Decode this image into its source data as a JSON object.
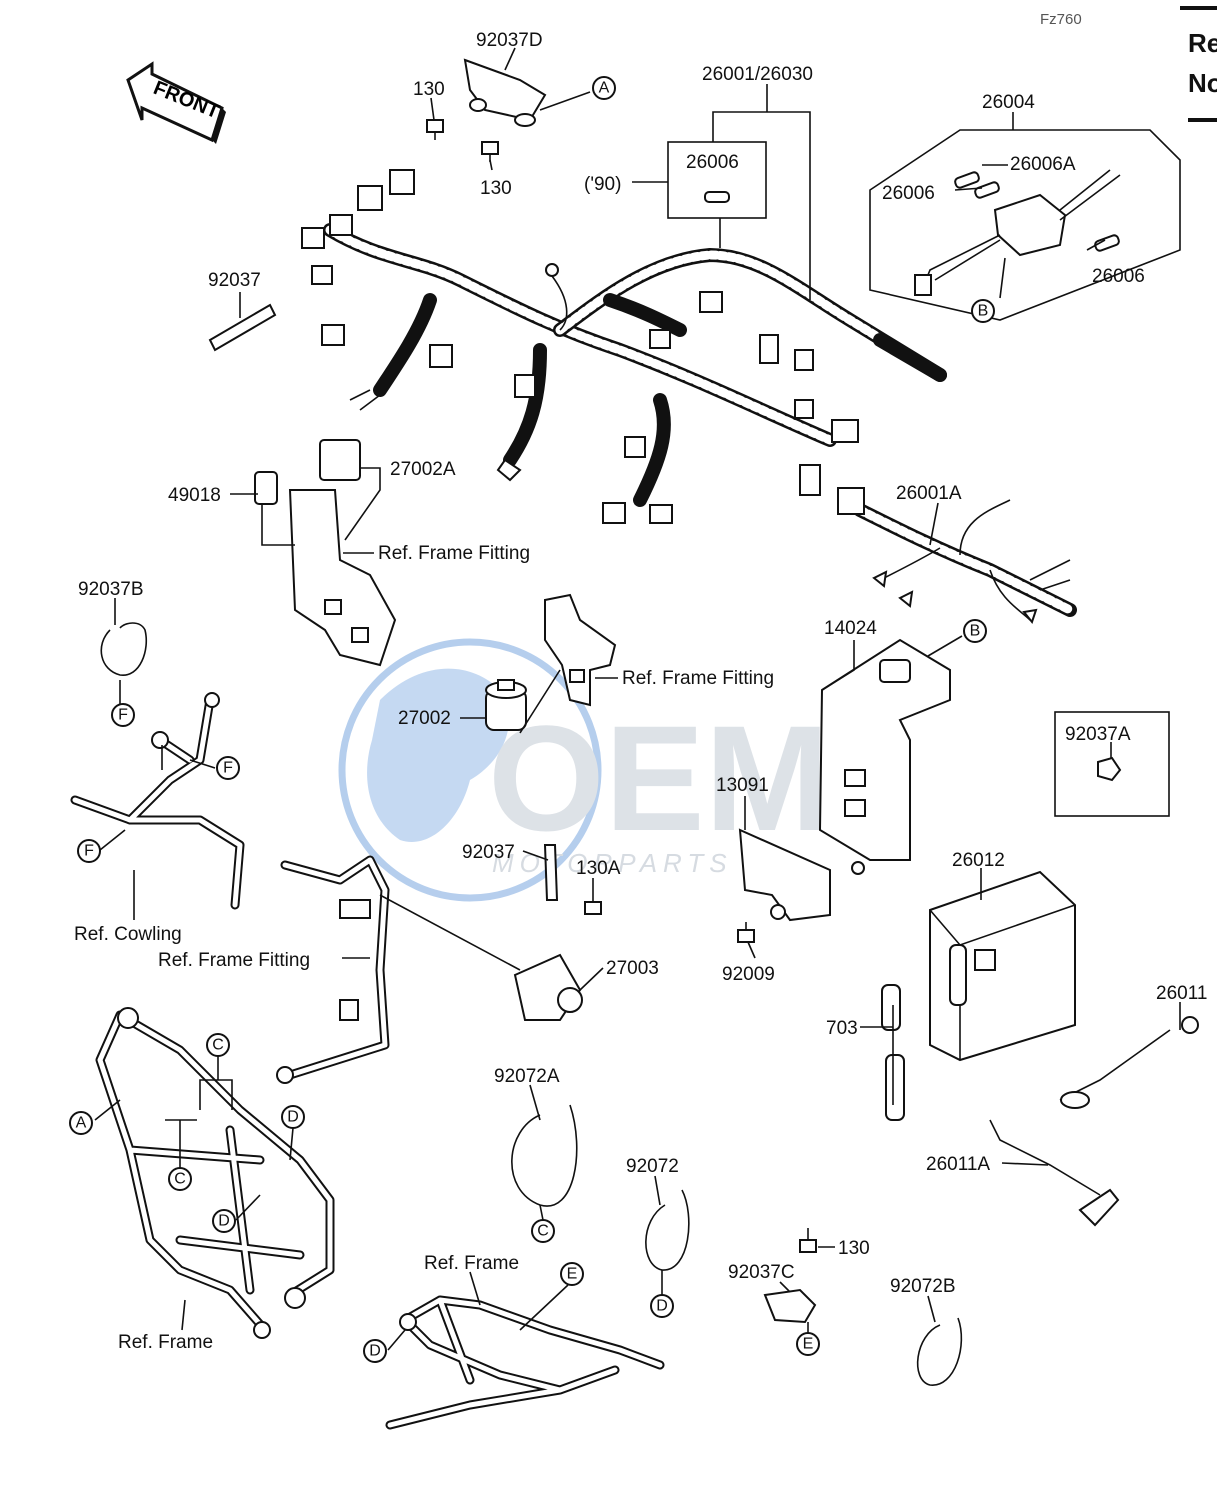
{
  "corner_ref": "Fz760",
  "corner_cut_text": [
    "Re",
    "No"
  ],
  "front_arrow": "FRONT",
  "watermark": {
    "brand": "OEM",
    "sub": "MOTORPARTS",
    "globe_color": "#9fc1ea"
  },
  "part_labels": {
    "p92037D": "92037D",
    "p130_a": "130",
    "p130_b": "130",
    "p26001_26030": "26001/26030",
    "p26006_box": "26006",
    "p90": "('90)",
    "p26004": "26004",
    "p26006A": "26006A",
    "p26006_left": "26006",
    "p26006_right": "26006",
    "p92037_top": "92037",
    "p27002A": "27002A",
    "p49018": "49018",
    "p26001A": "26001A",
    "ref_frame_fitting_1": "Ref. Frame Fitting",
    "p92037B": "92037B",
    "ref_frame_fitting_2": "Ref. Frame Fitting",
    "p14024": "14024",
    "p27002": "27002",
    "p92037A": "92037A",
    "p13091": "13091",
    "p92037_mid": "92037",
    "p130A": "130A",
    "p26012": "26012",
    "ref_cowling": "Ref. Cowling",
    "ref_frame_fitting_3": "Ref. Frame Fitting",
    "p27003": "27003",
    "p92009": "92009",
    "p26011": "26011",
    "p703": "703",
    "p92072A": "92072A",
    "p26011A": "26011A",
    "p92072": "92072",
    "p130_c": "130",
    "ref_frame_1": "Ref. Frame",
    "p92037C": "92037C",
    "p92072B": "92072B",
    "ref_frame_2": "Ref. Frame"
  },
  "callouts": {
    "A1": "A",
    "A2": "A",
    "B1": "B",
    "B2": "B",
    "C1": "C",
    "C2": "C",
    "C3": "C",
    "D1": "D",
    "D2": "D",
    "D3": "D",
    "D4": "D",
    "E1": "E",
    "E2": "E",
    "F1": "F",
    "F2": "F",
    "F3": "F"
  }
}
